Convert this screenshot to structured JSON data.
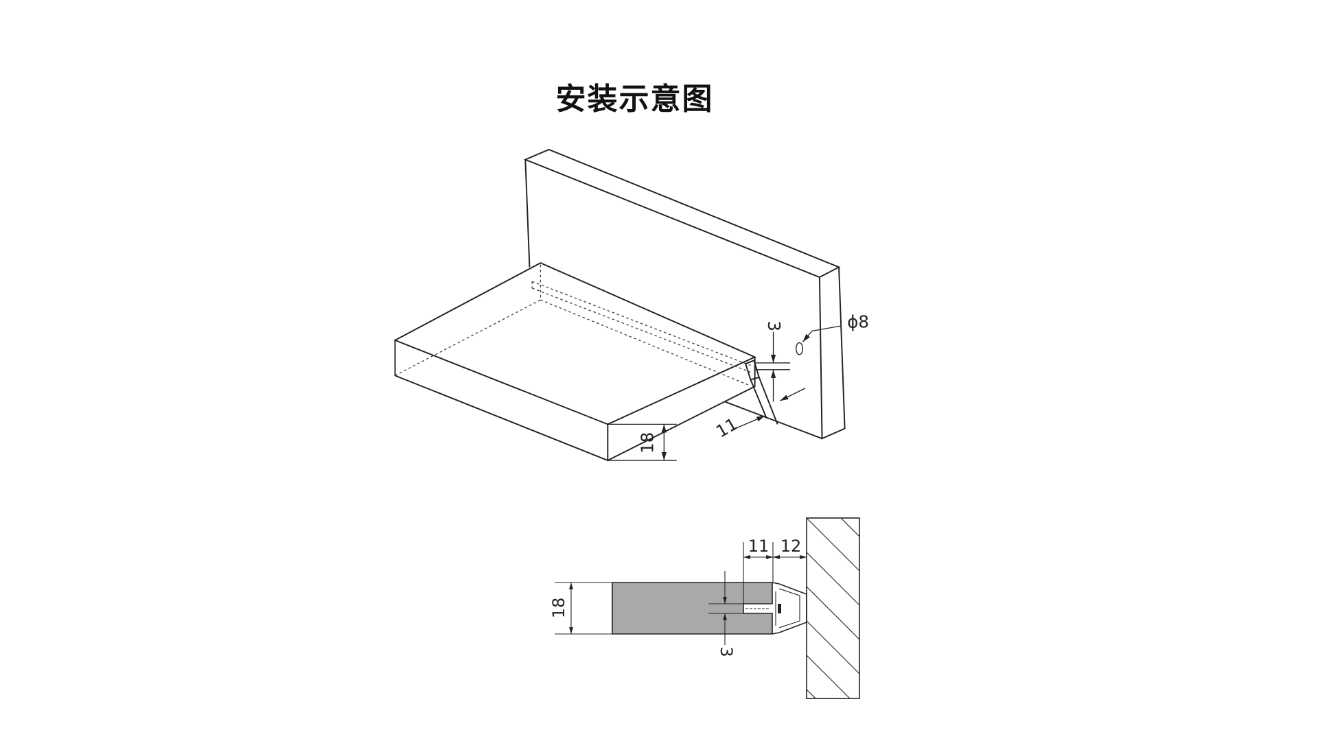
{
  "title": "安装示意图",
  "isometric_view": {
    "dim_thickness": "18",
    "dim_groove_width": "3",
    "dim_groove_depth": "11",
    "dim_hole": "ϕ8"
  },
  "section_view": {
    "dim_thickness": "18",
    "dim_groove_width": "3",
    "dim_groove_depth": "11",
    "dim_wall_gap": "12",
    "board_color": "#a9a9a9"
  }
}
